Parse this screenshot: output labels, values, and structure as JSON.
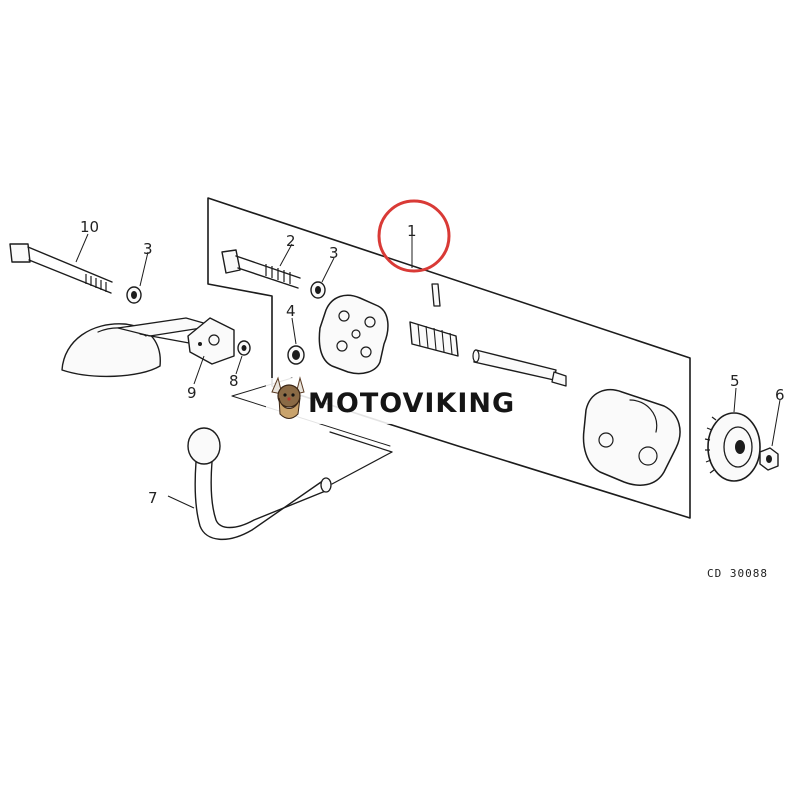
{
  "diagram": {
    "callouts": [
      "10",
      "3",
      "2",
      "3",
      "1",
      "4",
      "9",
      "8",
      "7",
      "5",
      "6"
    ],
    "figure_code": "CD 30088",
    "highlight_color": "#d93a36"
  },
  "watermark": {
    "brand": "MOTOVIKING",
    "icon": "viking-mascot-icon"
  }
}
